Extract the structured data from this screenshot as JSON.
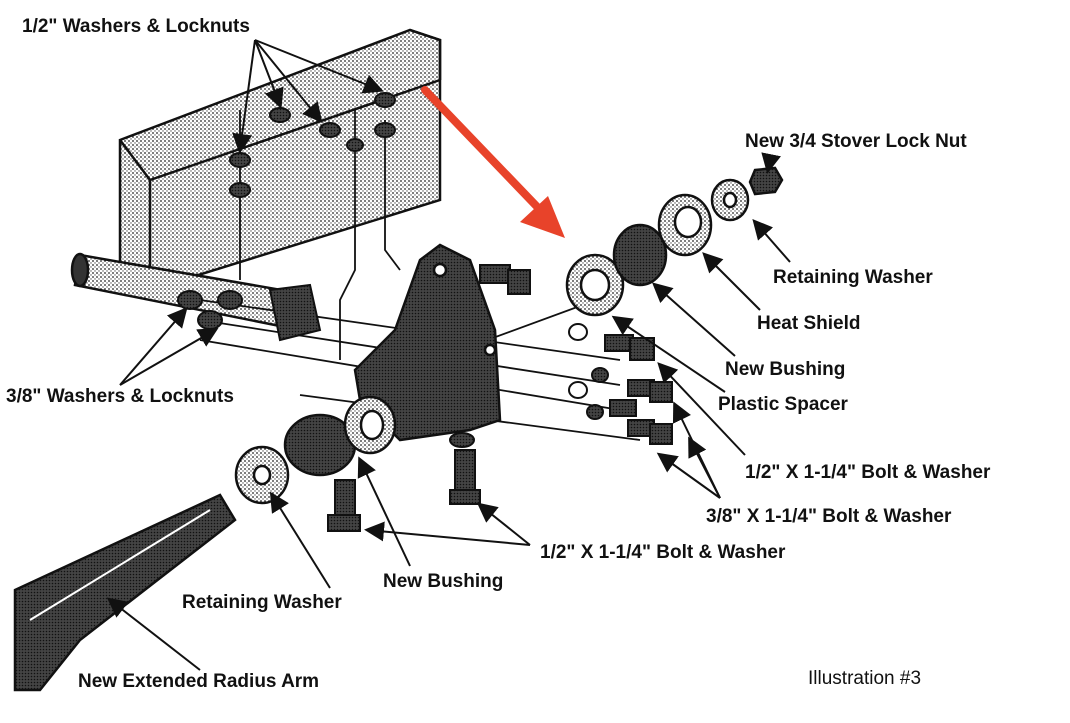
{
  "labels": {
    "half_washers_locknuts": "1/2\" Washers & Locknuts",
    "stover_lock_nut": "New 3/4 Stover Lock Nut",
    "retaining_washer_right": "Retaining Washer",
    "heat_shield": "Heat Shield",
    "new_bushing_right": "New Bushing",
    "plastic_spacer": "Plastic Spacer",
    "three_eighths_washers_locknuts": "3/8\" Washers & Locknuts",
    "half_bolt_washer_right": "1/2\" X 1-1/4\" Bolt & Washer",
    "three_eighths_bolt_washer": "3/8\" X 1-1/4\" Bolt & Washer",
    "half_bolt_washer_bottom": "1/2\" X 1-1/4\" Bolt & Washer",
    "new_bushing_bottom": "New Bushing",
    "retaining_washer_left": "Retaining Washer",
    "new_extended_radius_arm": "New Extended Radius Arm",
    "illustration_number": "Illustration #3"
  },
  "colors": {
    "ink": "#111111",
    "highlight_arrow": "#e8432a",
    "background": "#ffffff"
  }
}
